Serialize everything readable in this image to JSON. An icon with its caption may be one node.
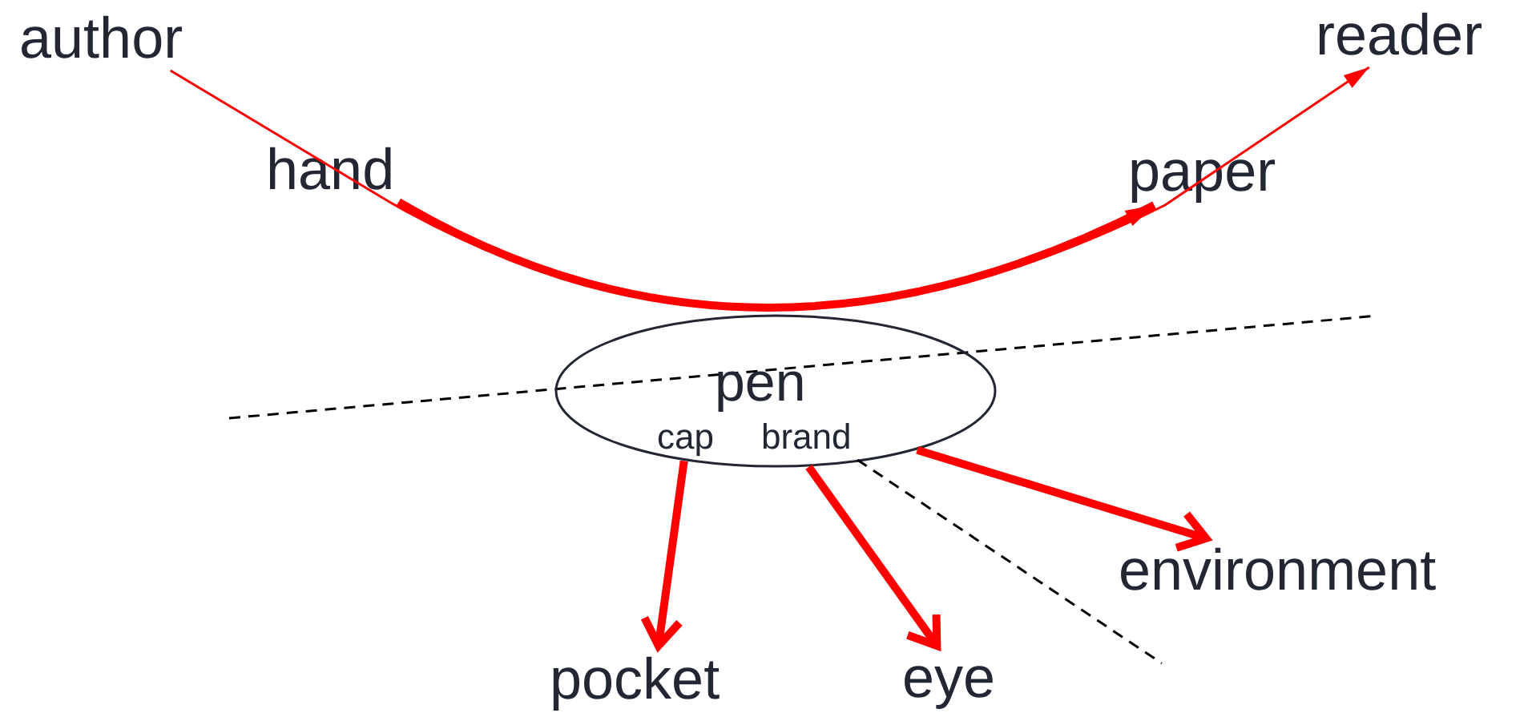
{
  "diagram": {
    "nodes": [
      {
        "text": [
          "author"
        ]
      },
      {
        "text": [
          "hand"
        ]
      },
      {
        "text": [
          "paper"
        ]
      },
      {
        "text": [
          "reader"
        ]
      },
      {
        "text": [
          "pen",
          "cap",
          "brand"
        ]
      },
      {
        "text": [
          "environment"
        ]
      },
      {
        "text": [
          "pocket"
        ]
      },
      {
        "text": [
          "eye"
        ]
      }
    ],
    "edges": [
      {
        "from": 0,
        "to": 3,
        "arrow": "to"
      },
      {
        "from": 1,
        "to": 2,
        "arrow": "to"
      },
      {
        "from": 4,
        "to": 6,
        "arrow": "to"
      },
      {
        "from": 4,
        "to": 7,
        "arrow": "to"
      },
      {
        "from": 4,
        "to": 5,
        "arrow": "to"
      }
    ]
  }
}
